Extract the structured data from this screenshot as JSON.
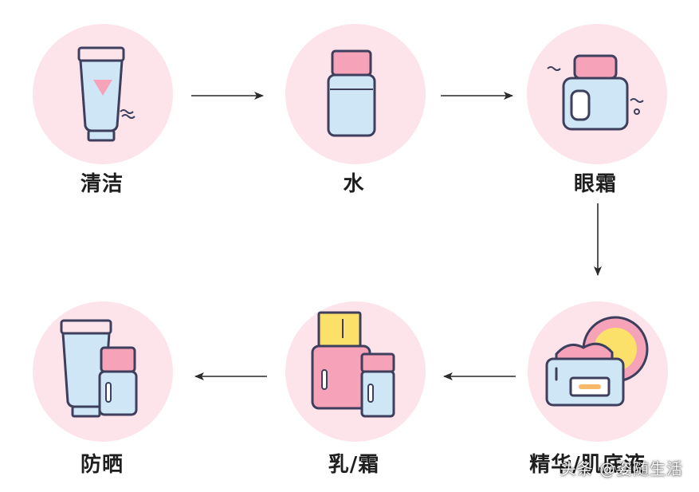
{
  "steps": [
    {
      "label": "清洁",
      "icon": "cleanser-tube-icon"
    },
    {
      "label": "水",
      "icon": "toner-bottle-icon"
    },
    {
      "label": "眼霜",
      "icon": "eye-cream-jar-icon"
    },
    {
      "label": "精华/肌底液",
      "icon": "serum-cream-jar-icon"
    },
    {
      "label": "乳/霜",
      "icon": "lotion-cream-bottles-icon"
    },
    {
      "label": "防晒",
      "icon": "sunscreen-tube-icon"
    }
  ],
  "watermark": "头条 @姿随生活",
  "colors": {
    "circle": "#fde3ea",
    "pink": "#f6a3b9",
    "blue": "#cfe6f7",
    "outline": "#3d3f5c",
    "yellow": "#fbe06a"
  }
}
